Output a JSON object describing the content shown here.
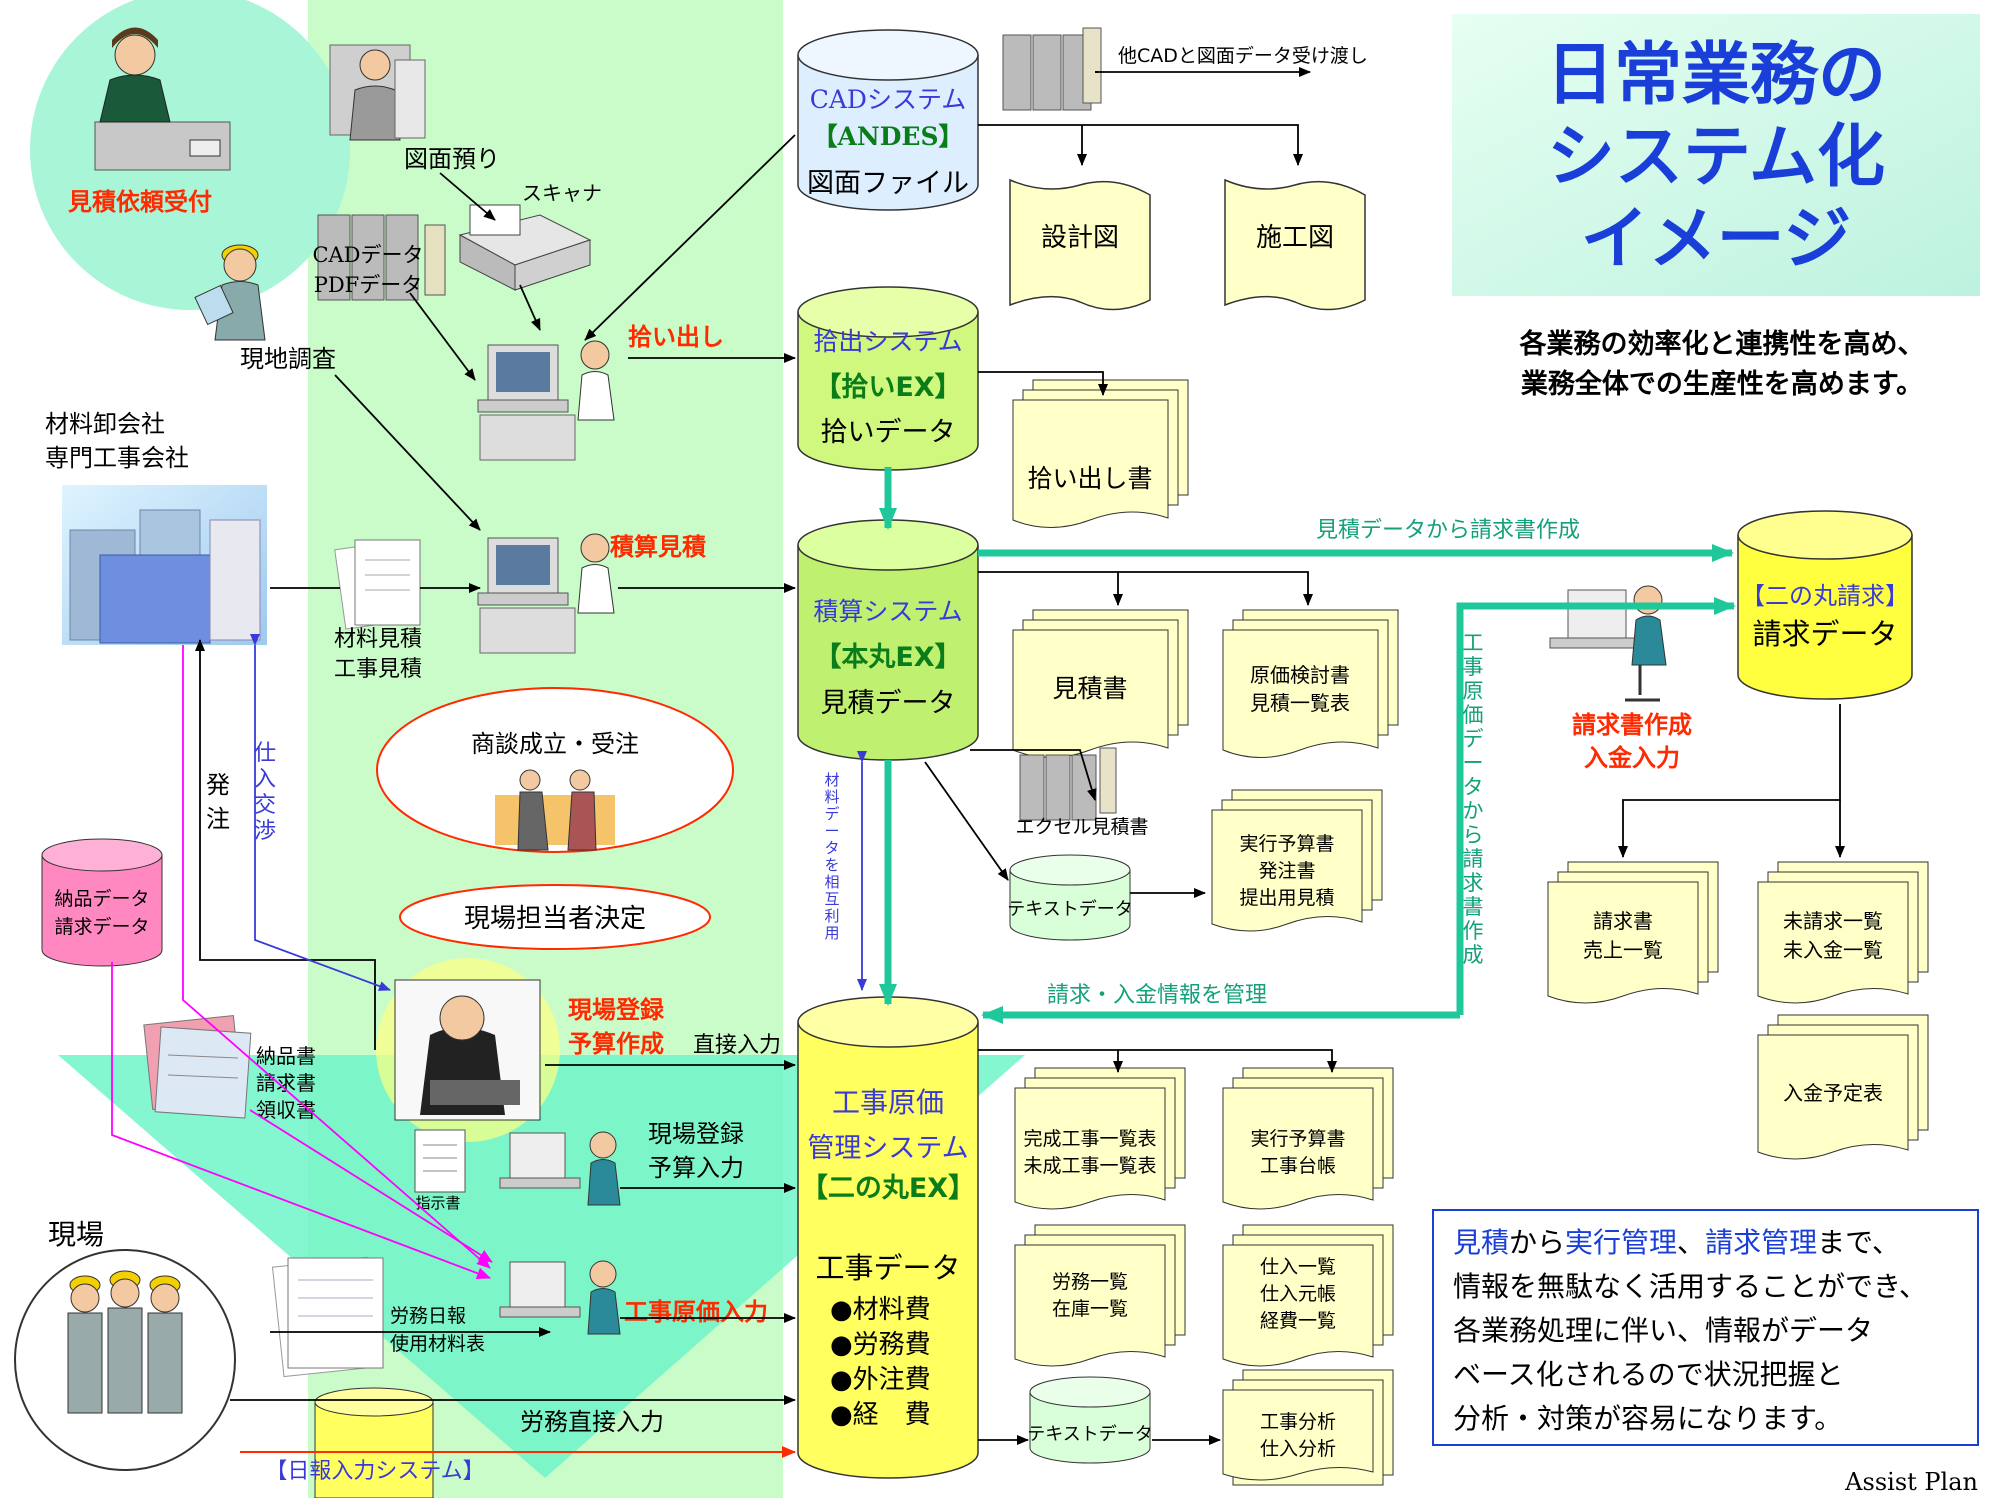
{
  "title": {
    "line1": "日常業務の",
    "line2": "システム化",
    "line3": "イメージ"
  },
  "subtitle": {
    "line1": "各業務の効率化と連携性を高め、",
    "line2": "業務全体での生産性を高めます。"
  },
  "left": {
    "estimate_request": "見積依頼受付",
    "drawing_receive": "図面預り",
    "scanner": "スキャナ",
    "cad_data": "CADデータ",
    "pdf_data": "PDFデータ",
    "site_survey": "現地調査",
    "supplier_line1": "材料卸会社",
    "supplier_line2": "専門工事会社",
    "material_estimate": "材料見積",
    "work_estimate": "工事見積",
    "order": "発注",
    "purchase_negotiation": "仕入交渉",
    "delivery_db_line1": "納品データ",
    "delivery_db_line2": "請求データ",
    "docs_line1": "納品書",
    "docs_line2": "請求書",
    "docs_line3": "領収書",
    "site": "現場",
    "instruction": "指示書",
    "labor_report": "労務日報",
    "material_used": "使用材料表",
    "daily_report_system": "【日報入力システム】"
  },
  "process": {
    "pickup": "拾い出し",
    "sekisan": "積算見積",
    "deal": "商談成立・受注",
    "person_in_charge": "現場担当者決定",
    "site_register_line1": "現場登録",
    "site_register_line2": "予算作成",
    "direct_input": "直接入力",
    "site_register_input_line1": "現場登録",
    "site_register_input_line2": "予算入力",
    "cost_input": "工事原価入力",
    "labor_direct_input": "労務直接入力"
  },
  "systems": {
    "cad": {
      "line1": "CADシステム",
      "line2": "【ANDES】",
      "line3": "図面ファイル"
    },
    "hiroi": {
      "line1": "拾出システム",
      "line2": "【拾いEX】",
      "line3": "拾いデータ"
    },
    "sekisan": {
      "line1": "積算システム",
      "line2": "【本丸EX】",
      "line3": "見積データ"
    },
    "genka": {
      "line1": "工事原価",
      "line2": "管理システム",
      "line3": "【二の丸EX】",
      "line4": "工事データ",
      "items": [
        "●材料費",
        "●労務費",
        "●外注費",
        "●経　費"
      ]
    },
    "seikyu": {
      "line1": "【二の丸請求】",
      "line2": "請求データ"
    }
  },
  "docs": {
    "other_cad": "他CADと図面データ受け渡し",
    "design": "設計図",
    "construction": "施工図",
    "pickup_sheet": "拾い出し書",
    "estimate_sheet": "見積書",
    "cost_review_line1": "原価検討書",
    "cost_review_line2": "見積一覧表",
    "excel_estimate": "エクセル見積書",
    "text_data_1": "テキストデータ",
    "budget_line1": "実行予算書",
    "budget_line2": "発注書",
    "budget_line3": "提出用見積",
    "material_share": "材料データを相互利用",
    "completed_line1": "完成工事一覧表",
    "completed_line2": "未成工事一覧表",
    "budget2_line1": "実行予算書",
    "budget2_line2": "工事台帳",
    "labor_line1": "労務一覧",
    "labor_line2": "在庫一覧",
    "purchase_line1": "仕入一覧",
    "purchase_line2": "仕入元帳",
    "purchase_line3": "経費一覧",
    "text_data_2": "テキストデータ",
    "analysis_line1": "工事分析",
    "analysis_line2": "仕入分析",
    "invoice_line1": "請求書",
    "invoice_line2": "売上一覧",
    "unbilled_line1": "未請求一覧",
    "unbilled_line2": "未入金一覧",
    "payment_schedule": "入金予定表"
  },
  "flows": {
    "estimate_to_invoice": "見積データから請求書作成",
    "cost_to_invoice": "工事原価データから請求書作成",
    "billing_info": "請求・入金情報を管理",
    "invoice_creation_line1": "請求書作成",
    "invoice_creation_line2": "入金入力"
  },
  "note": {
    "p1": "見積",
    "p2": "から",
    "p3": "実行管理",
    "p4": "、",
    "p5": "請求管理",
    "p6": "まで、",
    "line2": "情報を無駄なく活用することができ、",
    "line3": "各業務処理に伴い、情報がデータ",
    "line4": "ベース化されるので状況把握と",
    "line5": "分析・対策が容易になります。"
  },
  "footer": "Assist Plan",
  "colors": {
    "accent_red": "#ff2a00",
    "teal_arrow": "#1ec89a",
    "system_blue": "#3a3ad8",
    "system_green": "#0a7d1a",
    "doc_fill": "#ffffc8",
    "green_band": "#c9fcc9",
    "teal_triangle": "#6ef4c8"
  }
}
